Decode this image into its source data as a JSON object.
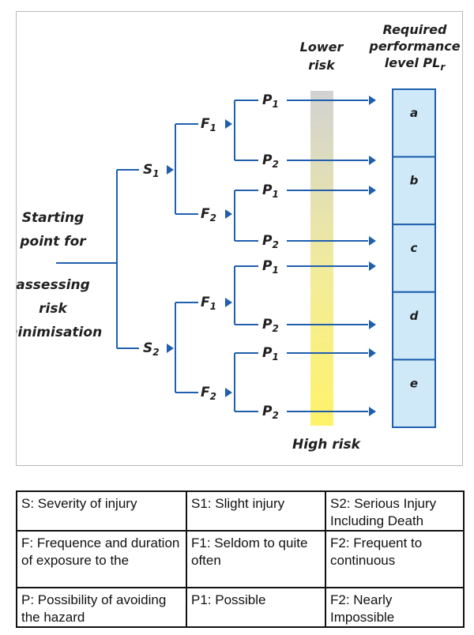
{
  "diagram": {
    "start_label": [
      "Starting",
      "point for",
      "assessing",
      "risk",
      "minimisation"
    ],
    "lower_risk": [
      "Lower",
      "risk"
    ],
    "high_risk": "High risk",
    "pl_title": [
      "Required",
      "performance",
      "level PL"
    ],
    "pl_title_subscript": "r",
    "s_nodes": [
      {
        "letter": "S",
        "sub": "1"
      },
      {
        "letter": "S",
        "sub": "2"
      }
    ],
    "f_nodes": [
      {
        "letter": "F",
        "sub": "1"
      },
      {
        "letter": "F",
        "sub": "2"
      },
      {
        "letter": "F",
        "sub": "1"
      },
      {
        "letter": "F",
        "sub": "2"
      }
    ],
    "p_nodes": [
      {
        "letter": "P",
        "sub": "1"
      },
      {
        "letter": "P",
        "sub": "2"
      },
      {
        "letter": "P",
        "sub": "1"
      },
      {
        "letter": "P",
        "sub": "2"
      },
      {
        "letter": "P",
        "sub": "1"
      },
      {
        "letter": "P",
        "sub": "2"
      },
      {
        "letter": "P",
        "sub": "1"
      },
      {
        "letter": "P",
        "sub": "2"
      }
    ],
    "levels": [
      "a",
      "b",
      "c",
      "d",
      "e"
    ],
    "colors": {
      "line": "#1f5fae",
      "box_fill": "#cfe9f9",
      "box_stroke": "#1f5fae",
      "gradient_top": "#d2d2d2",
      "gradient_bottom": "#fff36a"
    }
  },
  "legend": {
    "rows": [
      [
        "S: Severity of injury",
        "S1: Slight injury",
        "S2: Serious Injury Including Death"
      ],
      [
        "F: Frequence and duration of exposure to the",
        "F1: Seldom to quite often",
        "F2: Frequent to continuous"
      ],
      [
        "P: Possibility of avoiding the hazard",
        "P1: Possible",
        "F2: Nearly Impossible"
      ]
    ]
  }
}
